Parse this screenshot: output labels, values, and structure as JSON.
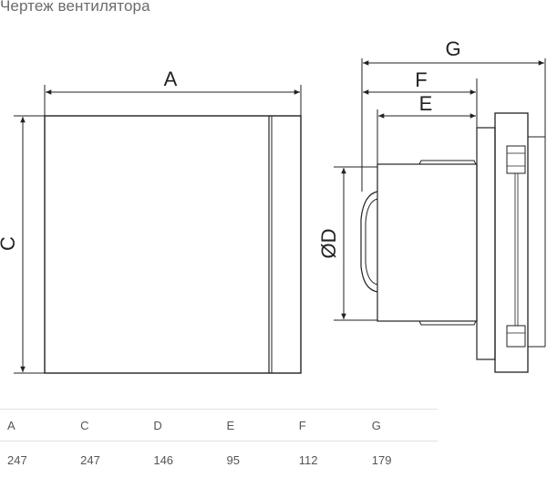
{
  "title": "Чертеж вентилятора",
  "drawing": {
    "labels": {
      "a": "A",
      "c": "C",
      "g": "G",
      "f": "F",
      "e": "E",
      "d": "ØD"
    }
  },
  "table": {
    "headers": [
      "A",
      "C",
      "D",
      "E",
      "F",
      "G"
    ],
    "values": [
      "247",
      "247",
      "146",
      "95",
      "112",
      "179"
    ]
  }
}
